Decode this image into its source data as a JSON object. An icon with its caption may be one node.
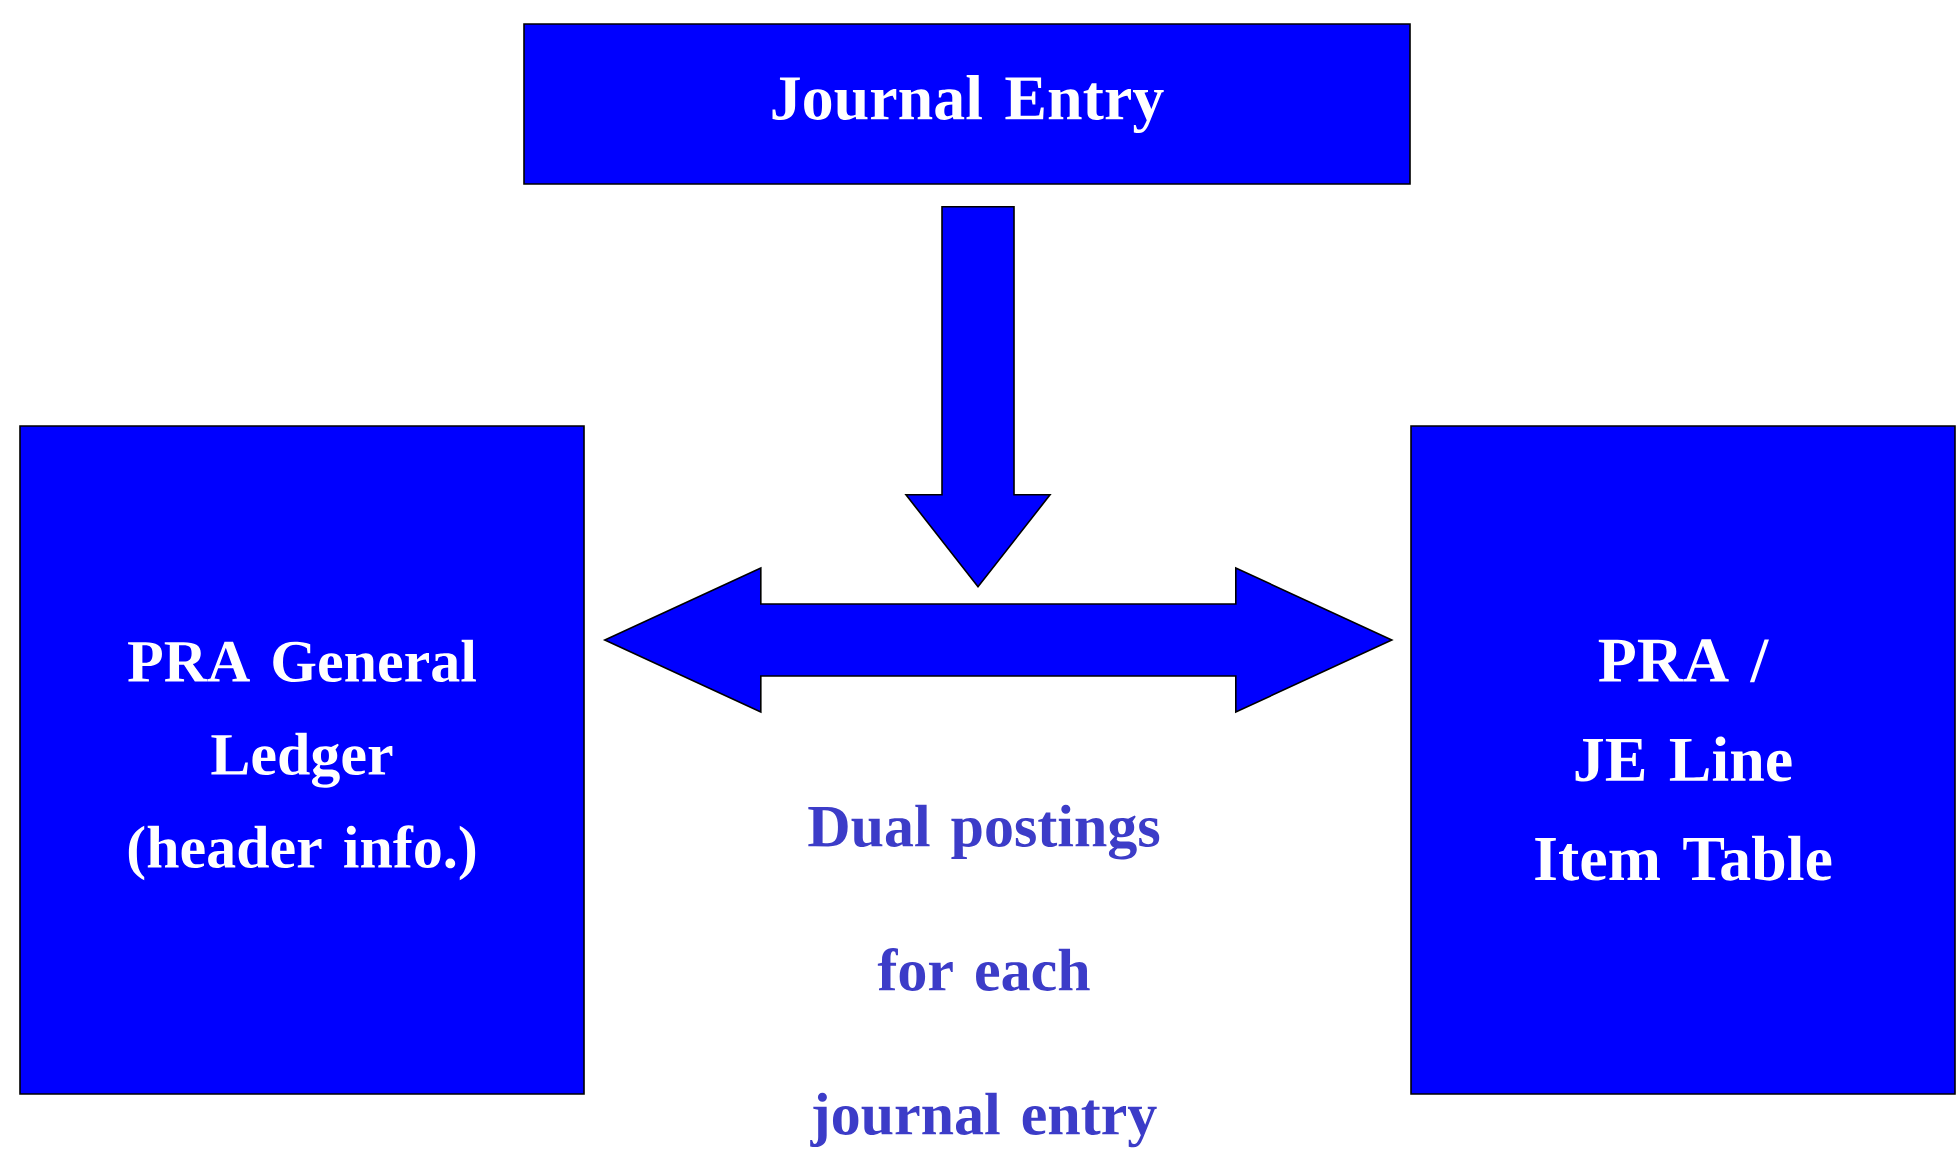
{
  "diagram": {
    "nodes": [
      {
        "text": [
          "Journal Entry"
        ]
      },
      {
        "text": [
          "PRA General Ledger (header info.)"
        ]
      },
      {
        "text": [
          "PRA / JE Line Item Table"
        ]
      }
    ],
    "edges": [
      {
        "from": 0,
        "to": null,
        "arrow": "to"
      },
      {
        "from": 1,
        "to": 2,
        "arrow": "both"
      }
    ],
    "labels": [
      "Dual postings for each journal entry"
    ]
  }
}
